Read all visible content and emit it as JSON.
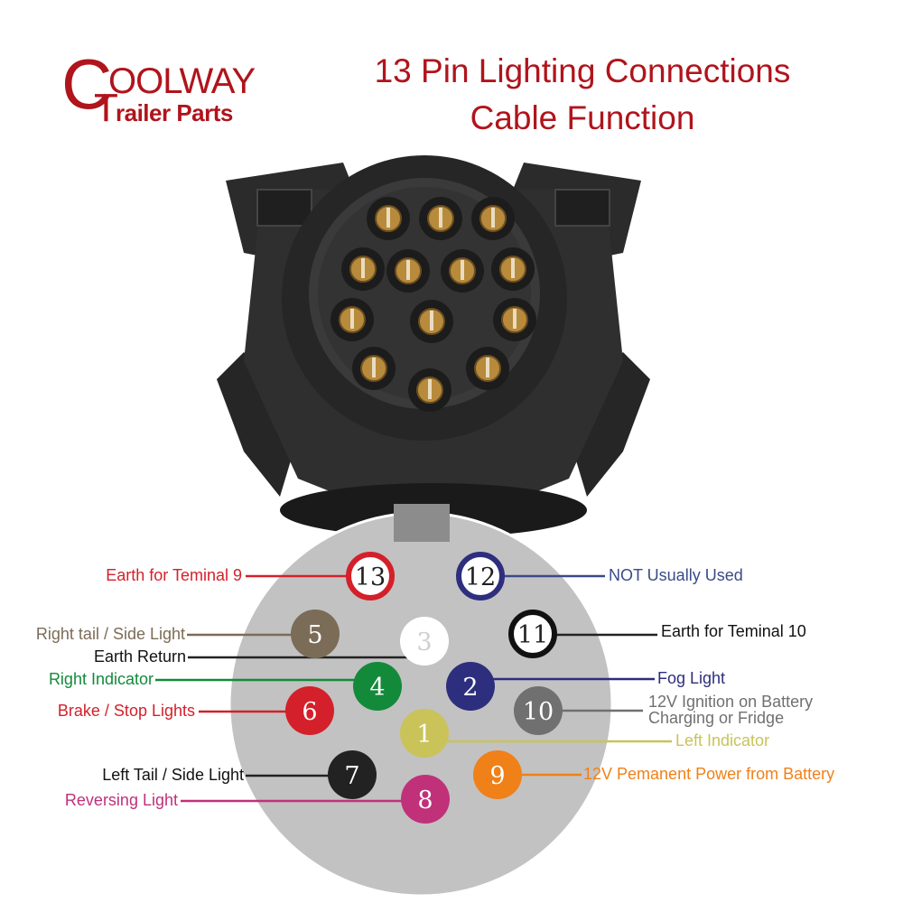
{
  "logo": {
    "line1_initial": "C",
    "line1_rest": "OOLWAY",
    "line2_initial": "T",
    "line2_rest": "railer Parts"
  },
  "title": {
    "line1": "13 Pin Lighting Connections",
    "line2": "Cable Function"
  },
  "colors": {
    "brand_red": "#b0141c",
    "connector_body": "#2b2b2b",
    "socket_face": "#c2c2c2",
    "pin_contact": "#b88a3c"
  },
  "pins": [
    {
      "number": "1",
      "label": "Left Indicator",
      "color": "#c9c35a",
      "label_color": "#c9c35a",
      "side": "right"
    },
    {
      "number": "2",
      "label": "Fog Light",
      "color": "#2e2e7e",
      "label_color": "#2e2e7e",
      "side": "right"
    },
    {
      "number": "3",
      "label": "Earth Return",
      "color": "#ffffff",
      "label_color": "#111111",
      "side": "left"
    },
    {
      "number": "4",
      "label": "Right Indicator",
      "color": "#138a3a",
      "label_color": "#138a3a",
      "side": "left"
    },
    {
      "number": "5",
      "label": "Right tail / Side Light",
      "color": "#7b6c58",
      "label_color": "#7b6c58",
      "side": "left"
    },
    {
      "number": "6",
      "label": "Brake / Stop Lights",
      "color": "#d4202a",
      "label_color": "#d4202a",
      "side": "left"
    },
    {
      "number": "7",
      "label": "Left Tail / Side Light",
      "color": "#222222",
      "label_color": "#111111",
      "side": "left"
    },
    {
      "number": "8",
      "label": "Reversing Light",
      "color": "#c0317a",
      "label_color": "#c0317a",
      "side": "left"
    },
    {
      "number": "9",
      "label": "12V Pemanent Power from Battery",
      "color": "#f08018",
      "label_color": "#f08018",
      "side": "right"
    },
    {
      "number": "10",
      "label": "12V Ignition on Battery",
      "label_line2": "Charging or Fridge",
      "color": "#707070",
      "label_color": "#707070",
      "side": "right"
    },
    {
      "number": "11",
      "label": "Earth for Teminal 10",
      "color": "#ffffff",
      "ring": "#111111",
      "label_color": "#111111",
      "side": "right"
    },
    {
      "number": "12",
      "label": "NOT Usually Used",
      "color": "#ffffff",
      "ring": "#2e2e7e",
      "label_color": "#3a4a8a",
      "side": "right"
    },
    {
      "number": "13",
      "label": "Earth for Teminal 9",
      "color": "#ffffff",
      "ring": "#d4202a",
      "label_color": "#d4202a",
      "side": "left"
    }
  ]
}
